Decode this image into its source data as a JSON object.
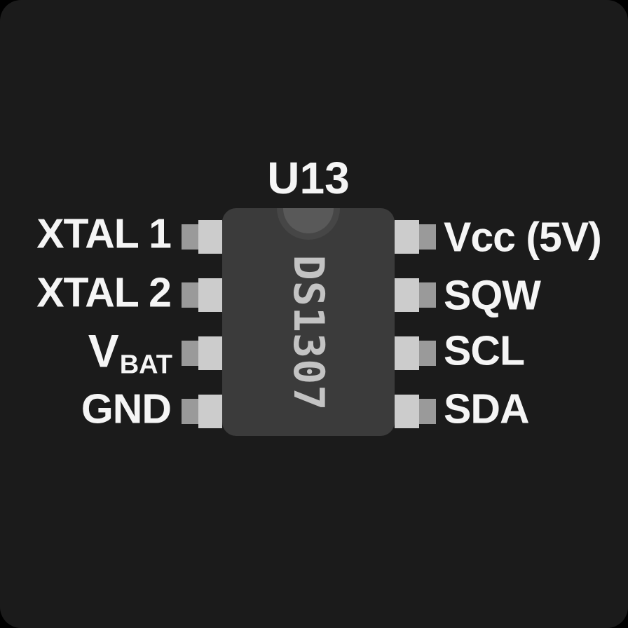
{
  "reference_designator": "U13",
  "chip": {
    "part_number": "DS1307"
  },
  "pins": {
    "left": [
      {
        "label": "XTAL 1"
      },
      {
        "label": "XTAL 2"
      },
      {
        "label": "V",
        "subscript": "BAT"
      },
      {
        "label": "GND"
      }
    ],
    "right": [
      {
        "label": "Vcc (5V)"
      },
      {
        "label": "SQW"
      },
      {
        "label": "SCL"
      },
      {
        "label": "SDA"
      }
    ]
  },
  "colors": {
    "background": "#000000",
    "canvas": "#1b1b1b",
    "chip_body": "#3b3b3b",
    "notch_outer": "#464646",
    "notch_inner": "#595959",
    "pin_lead_inner": "#cccccc",
    "pin_lead_outer": "#9a9a9a",
    "label_text": "#f5f5f5",
    "part_number_text": "#c3c3c3"
  }
}
